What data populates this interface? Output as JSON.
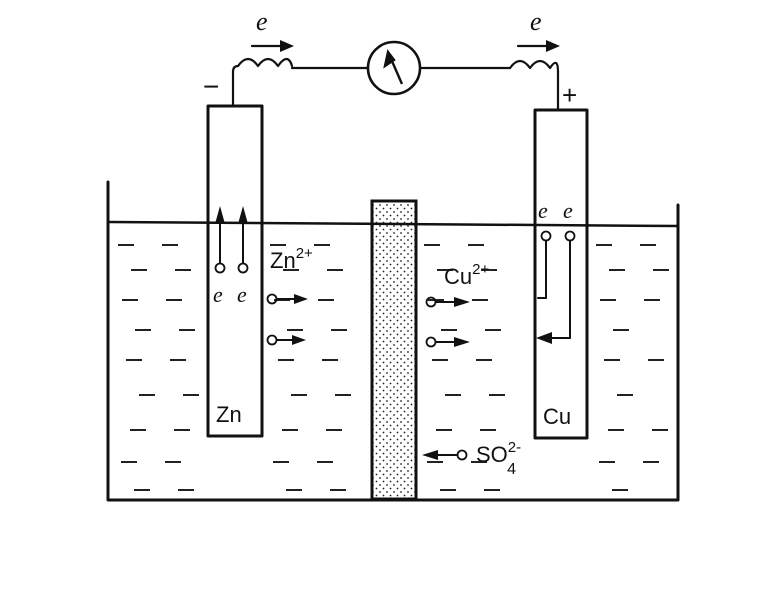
{
  "circuit": {
    "electron_left": "e",
    "electron_right": "e",
    "negative_sign": "−",
    "positive_sign": "+"
  },
  "left_half_cell": {
    "electrode_label": "Zn",
    "ion_label_base": "Zn",
    "ion_label_sup": "2+",
    "electron_labels": [
      "e",
      "e"
    ]
  },
  "right_half_cell": {
    "electrode_label": "Cu",
    "ion_label_base": "Cu",
    "ion_label_sup": "2+",
    "electron_labels": [
      "e",
      "e"
    ]
  },
  "membrane": {
    "ion_label_base": "SO",
    "ion_label_sup": "2-",
    "ion_label_sub": "4"
  }
}
